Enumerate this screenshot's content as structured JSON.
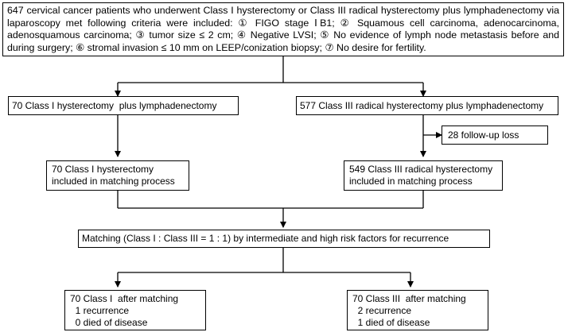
{
  "criteria_box": {
    "text": "647 cervical cancer patients who underwent Class I hysterectomy or Class III radical hysterectomy plus lymphadenectomy via laparoscopy met following criteria were included: ① FIGO stage ⅠB1; ② Squamous cell carcinoma, adenocarcinoma, adenosquamous carcinoma; ③ tumor size ≤ 2 cm; ④ Negative LVSI; ⑤ No evidence of lymph node metastasis before and during surgery; ⑥ stromal invasion ≤ 10 mm on LEEP/conization biopsy; ⑦ No desire for fertility."
  },
  "class1_initial": {
    "text": "70 Class I hysterectomy  plus lymphadenectomy"
  },
  "class3_initial": {
    "text": "577 Class III radical hysterectomy plus lymphadenectomy"
  },
  "follow_up_loss": {
    "text": "28 follow-up loss"
  },
  "class1_matching": {
    "line1": "70 Class I hysterectomy",
    "line2": "included in matching process"
  },
  "class3_matching": {
    "line1": "549 Class III radical hysterectomy",
    "line2": "included in matching process"
  },
  "matching": {
    "text": "Matching (Class I : Class III = 1 : 1) by intermediate and high risk factors for recurrence"
  },
  "class1_after": {
    "line1": "70 Class I  after matching",
    "line2": "  1 recurrence",
    "line3": "  0 died of disease"
  },
  "class3_after": {
    "line1": "70 Class III  after matching",
    "line2": "  2 recurrence",
    "line3": "  1 died of disease"
  }
}
